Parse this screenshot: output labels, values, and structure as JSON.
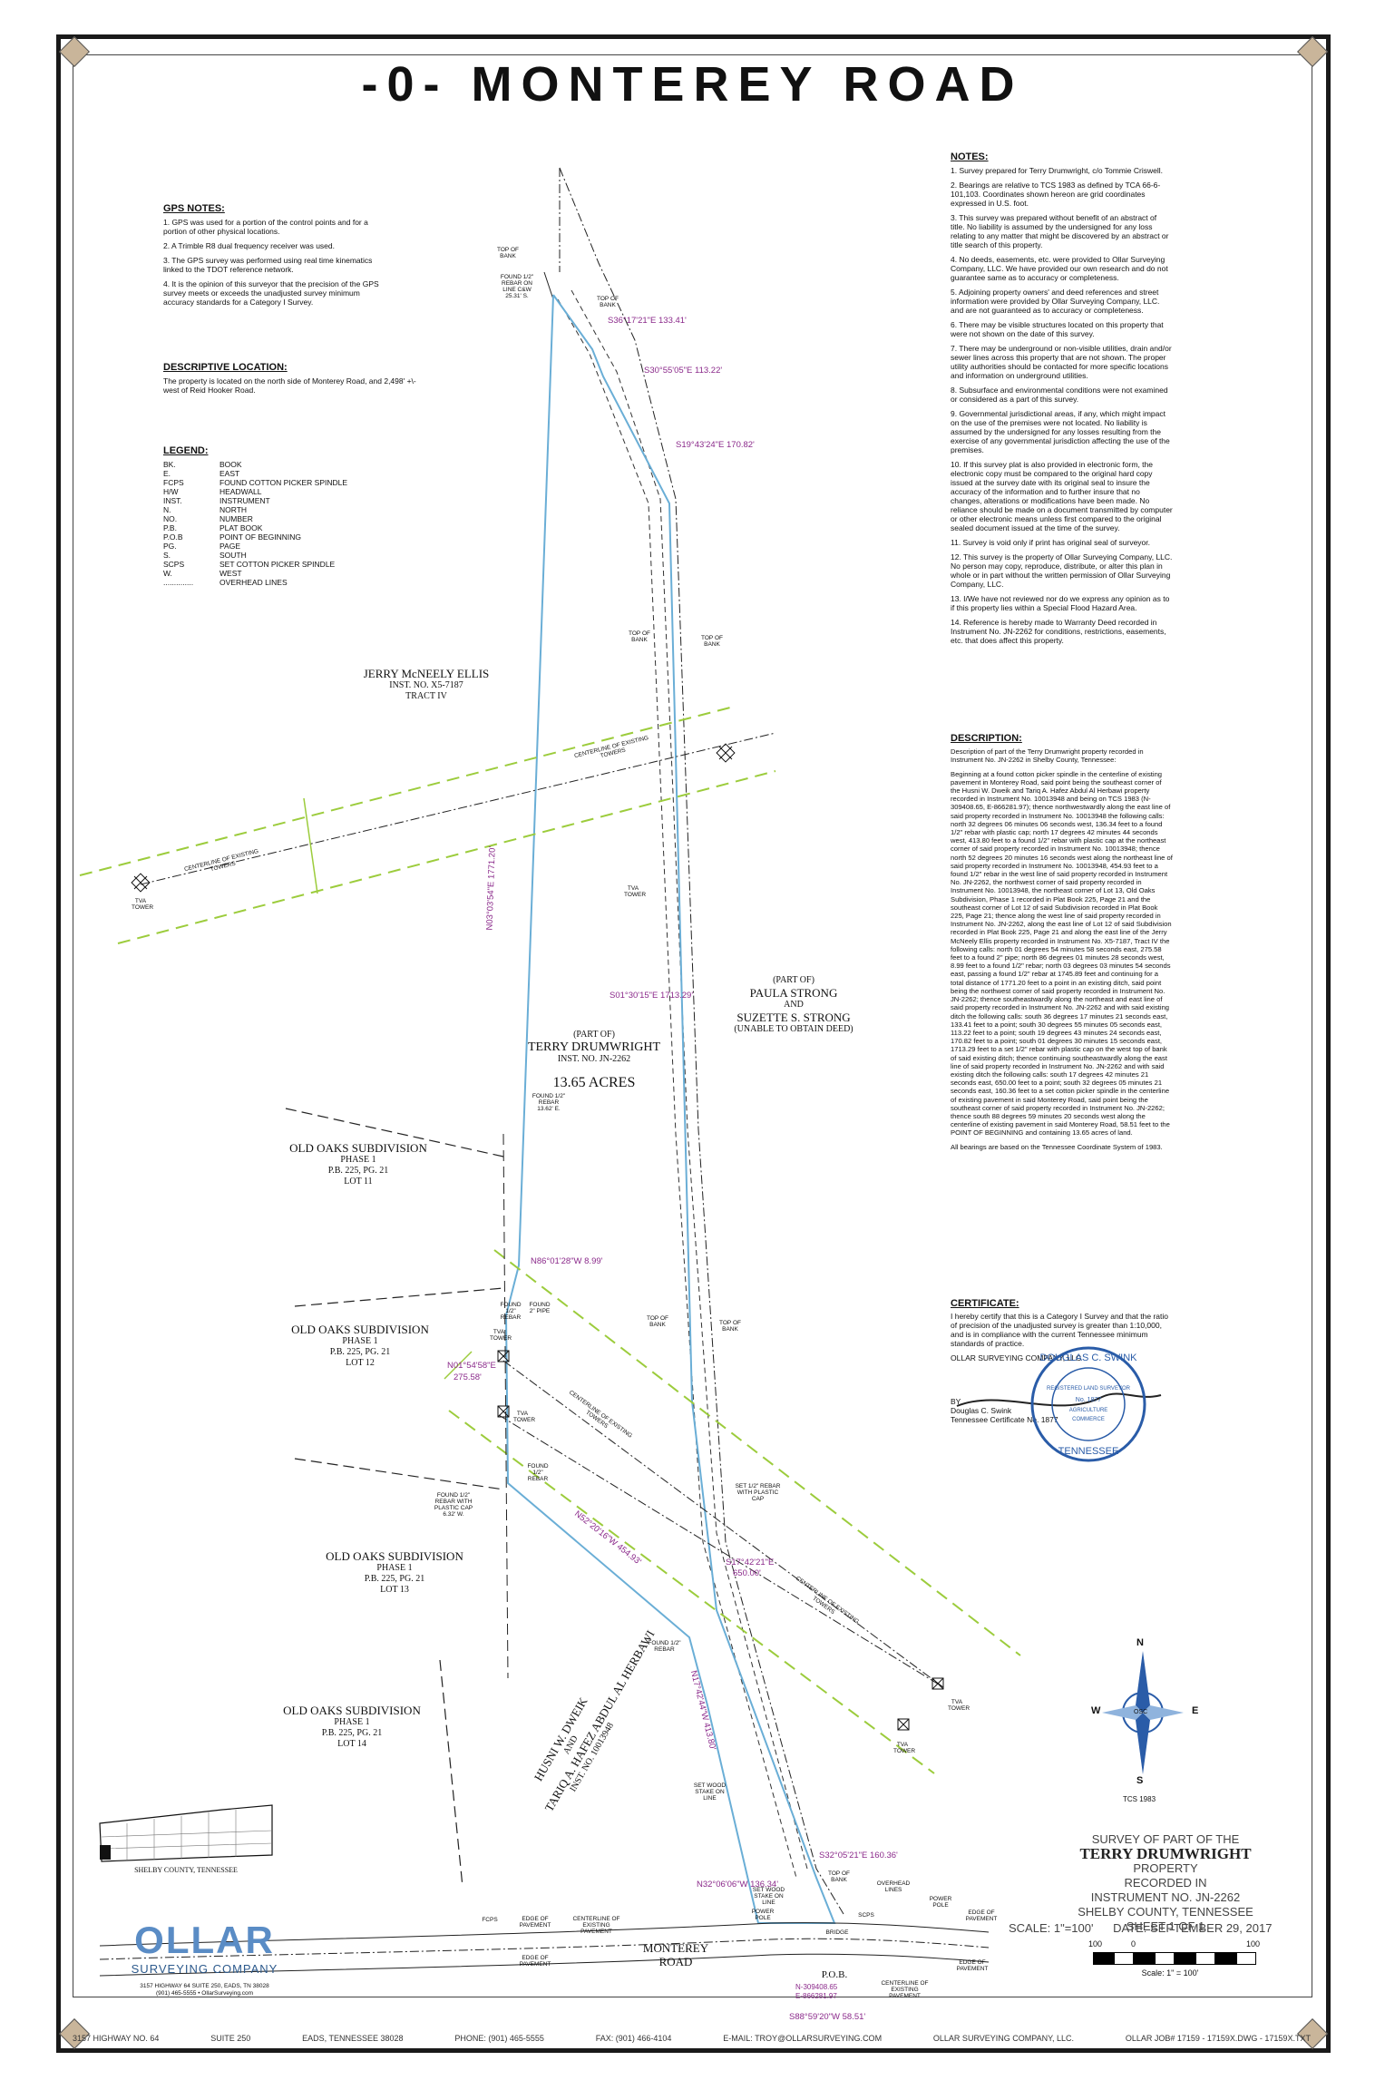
{
  "title": "-0- MONTEREY ROAD",
  "gps_notes": {
    "heading": "GPS NOTES:",
    "items": [
      "1. GPS was used for a portion of the control points and for a portion of other physical locations.",
      "2. A Trimble R8 dual frequency receiver was used.",
      "3. The GPS survey was performed using real time kinematics linked to the TDOT reference network.",
      "4. It is the opinion of this surveyor that the precision of the GPS survey meets or exceeds the unadjusted survey minimum accuracy standards for a Category I Survey."
    ]
  },
  "descriptive_location": {
    "heading": "DESCRIPTIVE LOCATION:",
    "text": "The property is located on the north side of Monterey Road, and 2,498' +\\- west of Reid Hooker Road."
  },
  "legend": {
    "heading": "LEGEND:",
    "rows": [
      [
        "BK.",
        "BOOK"
      ],
      [
        "E.",
        "EAST"
      ],
      [
        "FCPS",
        "FOUND COTTON PICKER SPINDLE"
      ],
      [
        "H/W",
        "HEADWALL"
      ],
      [
        "INST.",
        "INSTRUMENT"
      ],
      [
        "N.",
        "NORTH"
      ],
      [
        "NO.",
        "NUMBER"
      ],
      [
        "P.B.",
        "PLAT BOOK"
      ],
      [
        "P.O.B",
        "POINT OF BEGINNING"
      ],
      [
        "PG.",
        "PAGE"
      ],
      [
        "S.",
        "SOUTH"
      ],
      [
        "SCPS",
        "SET COTTON PICKER SPINDLE"
      ],
      [
        "W.",
        "WEST"
      ],
      [
        "..............",
        "OVERHEAD LINES"
      ]
    ]
  },
  "notes": {
    "heading": "NOTES:",
    "items": [
      "1. Survey prepared for Terry Drumwright, c/o Tommie Criswell.",
      "2. Bearings are relative to TCS 1983 as defined by TCA 66-6-101,103. Coordinates shown hereon are grid coordinates expressed in U.S. foot.",
      "3. This survey was prepared without benefit of an abstract of title. No liability is assumed by the undersigned for any loss relating to any matter that might be discovered by an abstract or title search of this property.",
      "4. No deeds, easements, etc. were provided to Ollar Surveying Company, LLC. We have provided our own research and do not guarantee same as to accuracy or completeness.",
      "5. Adjoining property owners' and deed references and street information were provided by Ollar Surveying Company, LLC. and are not guaranteed as to accuracy or completeness.",
      "6. There may be visible structures located on this property that were not shown on the date of this survey.",
      "7. There may be underground or non-visible utilities, drain and/or sewer lines across this property that are not shown. The proper utility authorities should be contacted for more specific locations and information on underground utilities.",
      "8. Subsurface and environmental conditions were not examined or considered as a part of this survey.",
      "9. Governmental jurisdictional areas, if any, which might impact on the use of the premises were not located. No liability is assumed by the undersigned for any losses resulting from the exercise of any governmental jurisdiction affecting the use of the premises.",
      "10. If this survey plat is also provided in electronic form, the electronic copy must be compared to the original hard copy issued at the survey date with its original seal to insure the accuracy of the information and to further insure that no changes, alterations or modifications have been made. No reliance should be made on a document transmitted by computer or other electronic means unless first compared to the original sealed document issued at the time of the survey.",
      "11. Survey is void only if print has original seal of surveyor.",
      "12. This survey is the property of Ollar Surveying Company, LLC. No person may copy, reproduce, distribute, or alter this plan in whole or in part without the written permission of Ollar Surveying Company, LLC.",
      "13. I/We have not reviewed nor do we express any opinion as to if this property lies within a Special Flood Hazard Area.",
      "14. Reference is hereby made to Warranty Deed recorded in Instrument No. JN-2262 for conditions, restrictions, easements, etc. that does affect this property."
    ]
  },
  "description": {
    "heading": "DESCRIPTION:",
    "paragraphs": [
      "Description of part of the Terry Drumwright property recorded in Instrument No. JN-2262 in Shelby County, Tennessee:",
      "Beginning at a found cotton picker spindle in the centerline of existing pavement in Monterey Road, said point being the southeast corner of the Husni W. Dweik and Tariq A. Hafez Abdul Al Herbawi property recorded in Instrument No. 10013948 and being on TCS 1983 (N-309408.65, E-866281.97); thence northwestwardly along the east line of said property recorded in Instrument No. 10013948 the following calls: north 32 degrees 06 minutes 06 seconds west, 136.34 feet to a found 1/2\" rebar with plastic cap; north 17 degrees 42 minutes 44 seconds west, 413.80 feet to a found 1/2\" rebar with plastic cap at the northeast corner of said property recorded in Instrument No. 10013948; thence north 52 degrees 20 minutes 16 seconds west along the northeast line of said property recorded in Instrument No. 10013948, 454.93 feet to a found 1/2\" rebar in the west line of said property recorded in Instrument No. JN-2262, the northwest corner of said property recorded in Instrument No. 10013948, the northeast corner of Lot 13, Old Oaks Subdivision, Phase 1 recorded in Plat Book 225, Page 21 and the southeast corner of Lot 12 of said Subdivision recorded in Plat Book 225, Page 21; thence along the west line of said property recorded in Instrument No. JN-2262, along the east line of Lot 12 of said Subdivision recorded in Plat Book 225, Page 21 and along the east line of the Jerry McNeely Ellis property recorded in Instrument No. X5-7187, Tract IV the following calls: north 01 degrees 54 minutes 58 seconds east, 275.58 feet to a found 2\" pipe; north 86 degrees 01 minutes 28 seconds west, 8.99 feet to a found 1/2\" rebar; north 03 degrees 03 minutes 54 seconds east, passing a found 1/2\" rebar at 1745.89 feet and continuing for a total distance of 1771.20 feet to a point in an existing ditch, said point being the northwest corner of said property recorded in Instrument No. JN-2262; thence southeastwardly along the northeast and east line of said property recorded in Instrument No. JN-2262 and with said existing ditch the following calls: south 36 degrees 17 minutes 21 seconds east, 133.41 feet to a point; south 30 degrees 55 minutes 05 seconds east, 113.22 feet to a point; south 19 degrees 43 minutes 24 seconds east, 170.82 feet to a point; south 01 degrees 30 minutes 15 seconds east, 1713.29 feet to a set 1/2\" rebar with plastic cap on the west top of bank of said existing ditch; thence continuing southeastwardly along the east line of said property recorded in Instrument No. JN-2262 and with said existing ditch the following calls: south 17 degrees 42 minutes 21 seconds east, 650.00 feet to a point; south 32 degrees 05 minutes 21 seconds east, 160.36 feet to a set cotton picker spindle in the centerline of existing pavement in said Monterey Road, said point being the southeast corner of said property recorded in Instrument No. JN-2262; thence south 88 degrees 59 minutes 20 seconds west along the centerline of existing pavement in said Monterey Road, 58.51 feet to the POINT OF BEGINNING and containing 13.65 acres of land.",
      "All bearings are based on the Tennessee Coordinate System of 1983."
    ]
  },
  "certificate": {
    "heading": "CERTIFICATE:",
    "text": "I hereby certify that this is a Category I Survey and that the ratio of precision of the unadjusted survey is greater than 1:10,000, and is in compliance with the current Tennessee minimum standards of practice.",
    "company": "OLLAR SURVEYING COMPANY, LLC",
    "by": "BY",
    "surveyor": "Douglas C. Swink",
    "license": "Tennessee Certificate No. 1877",
    "seal_lines": [
      "DOUGLAS C. SWINK",
      "REGISTERED LAND SURVEYOR",
      "No. 1877",
      "AGRICULTURE",
      "COMMERCE",
      "TENNESSEE"
    ]
  },
  "owners": {
    "ellis": {
      "name": "JERRY McNEELY ELLIS",
      "inst": "INST. NO. X5-7187",
      "tract": "TRACT IV"
    },
    "strong": {
      "part": "(PART OF)",
      "name1": "PAULA STRONG",
      "and": "AND",
      "name2": "SUZETTE S. STRONG",
      "note": "(UNABLE TO OBTAIN DEED)"
    },
    "drumwright": {
      "part": "(PART OF)",
      "name": "TERRY DRUMWRIGHT",
      "inst": "INST. NO. JN-2262",
      "acres": "13.65 ACRES"
    },
    "lot11": {
      "name": "OLD OAKS SUBDIVISION",
      "phase": "PHASE 1",
      "pb": "P.B. 225, PG. 21",
      "lot": "LOT 11"
    },
    "lot12": {
      "name": "OLD OAKS SUBDIVISION",
      "phase": "PHASE 1",
      "pb": "P.B. 225, PG. 21",
      "lot": "LOT 12"
    },
    "lot13": {
      "name": "OLD OAKS SUBDIVISION",
      "phase": "PHASE 1",
      "pb": "P.B. 225, PG. 21",
      "lot": "LOT 13"
    },
    "lot14": {
      "name": "OLD OAKS SUBDIVISION",
      "phase": "PHASE 1",
      "pb": "P.B. 225, PG. 21",
      "lot": "LOT 14"
    },
    "dweik": {
      "name1": "HUSNI W. DWEIK",
      "and": "AND",
      "name2": "TARIQ A. HAFEZ ABDUL AL HERBAWI",
      "inst": "INST. NO. 10013948"
    }
  },
  "bearings": {
    "b1": "S36°17'21\"E  133.41'",
    "b2": "S30°55'05\"E  113.22'",
    "b3": "S19°43'24\"E  170.82'",
    "b4": "S01°30'15\"E  1713.29'",
    "b5": "N03°03'54\"E  1771.20'",
    "b6": "N86°01'28\"W  8.99'",
    "b7": "N01°54'58\"E",
    "b7d": "275.58'",
    "b8": "N52°20'16\"W  454.93'",
    "b9": "S17°42'21\"E",
    "b9d": "650.00'",
    "b10": "N17°42'44\"W  413.80'",
    "b11": "S32°05'21\"E  160.36'",
    "b12": "N32°06'06\"W  136.34'",
    "b13": "S88°59'20\"W  58.51'"
  },
  "map_labels": {
    "top_of_bank": "TOP OF BANK",
    "tva_tower": "TVA TOWER",
    "centerline_towers": "CENTERLINE OF EXISTING TOWERS",
    "found_rebar": "FOUND 1/2\" REBAR",
    "found_pipe": "FOUND 2\" PIPE",
    "set_rebar": "SET 1/2\" REBAR WITH PLASTIC CAP",
    "set_stake": "SET WOOD STAKE ON LINE",
    "rebar_on_line": "FOUND 1/2\" REBAR ON LINE C&W 25.31' S.",
    "rebar_13": "FOUND 1/2\" REBAR 13.62' E.",
    "rebar_plastic": "FOUND 1/2\" REBAR WITH PLASTIC CAP 6.32' W.",
    "edge_pavement": "EDGE OF PAVEMENT",
    "centerline_pavement": "CENTERLINE OF EXISTING PAVEMENT",
    "power_pole": "POWER POLE",
    "bridge": "BRIDGE",
    "overhead": "OVERHEAD LINES",
    "fcps": "FCPS",
    "scps": "SCPS",
    "monterey1": "MONTEREY",
    "monterey2": "ROAD",
    "pob": "P.O.B.",
    "pob_n": "N-309408.65",
    "pob_e": "E-866281.97",
    "shelby": "SHELBY COUNTY, TENNESSEE"
  },
  "compass": {
    "n": "N",
    "s": "S",
    "e": "E",
    "w": "W",
    "center": "OSC",
    "datum": "TCS 1983"
  },
  "survey_title": {
    "line1": "SURVEY OF PART OF THE",
    "name": "TERRY DRUMWRIGHT",
    "line3": "PROPERTY",
    "line4": "RECORDED IN",
    "line5": "INSTRUMENT NO. JN-2262",
    "line6": "SHELBY COUNTY, TENNESSEE",
    "line7": "SHEET 1 OF 1"
  },
  "scale": {
    "label": "SCALE: 1\"=100'",
    "date": "DATE: SEPTEMBER 29, 2017",
    "t0": "100",
    "t1": "0",
    "t2": "100",
    "bar_label": "Scale:  1\" = 100'"
  },
  "logo": {
    "name": "OLLAR",
    "sub": "SURVEYING COMPANY",
    "addr1": "3157 HIGHWAY 64 SUITE 250, EADS, TN 38028",
    "addr2": "(901) 465-5555 • OllarSurveying.com"
  },
  "footer": [
    "3157 HIGHWAY NO. 64",
    "SUITE 250",
    "EADS, TENNESSEE 38028",
    "PHONE: (901) 465-5555",
    "FAX: (901) 466-4104",
    "E-MAIL: TROY@OLLARSURVEYING.COM",
    "OLLAR SURVEYING COMPANY, LLC.",
    "OLLAR JOB# 17159 - 17159X.DWG - 17159X.TXT"
  ],
  "colors": {
    "property_line": "#6aaed6",
    "bearing_text": "#8b2a8b",
    "easement": "#9ccc3c",
    "logo": "#5a8cc5"
  }
}
